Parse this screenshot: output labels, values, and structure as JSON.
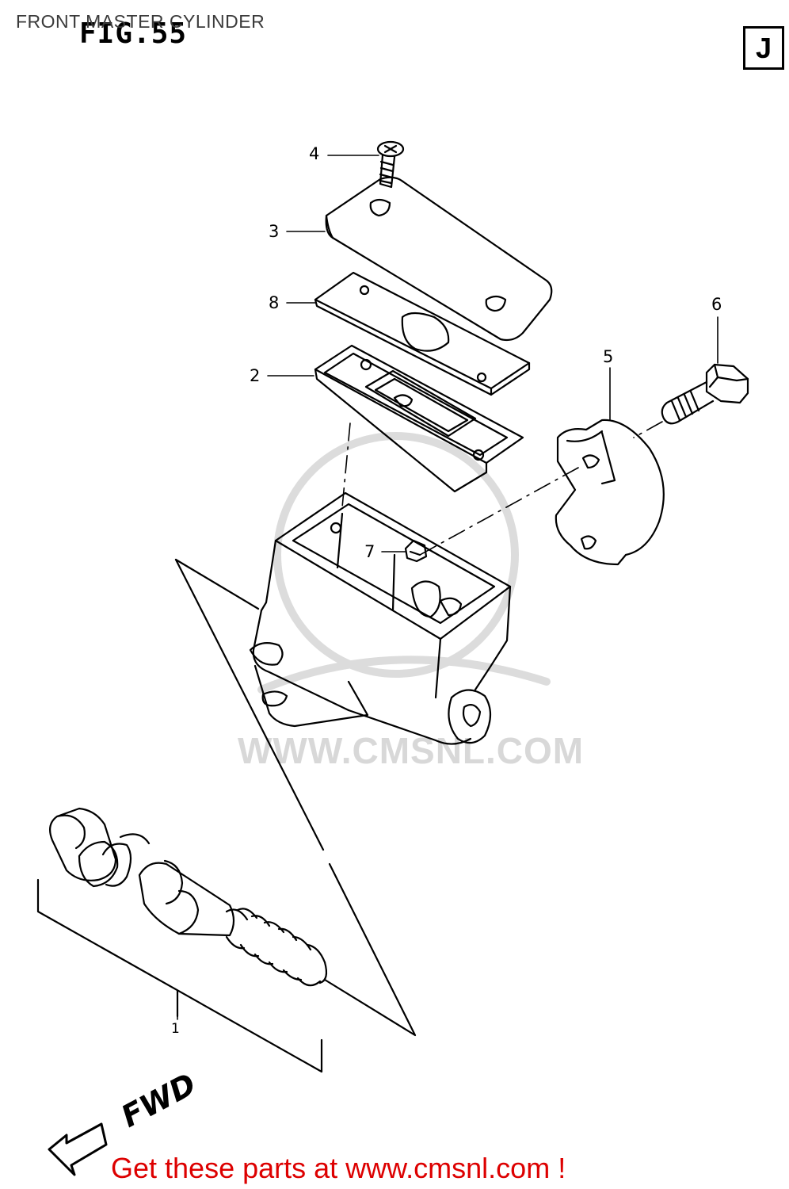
{
  "header": {
    "title": "FRONT MASTER CYLINDER",
    "fig_label": "FIG.55",
    "section": "J"
  },
  "callouts": [
    {
      "id": "1",
      "label": "1"
    },
    {
      "id": "2",
      "label": "2"
    },
    {
      "id": "3",
      "label": "3"
    },
    {
      "id": "4",
      "label": "4"
    },
    {
      "id": "5",
      "label": "5"
    },
    {
      "id": "6",
      "label": "6"
    },
    {
      "id": "7",
      "label": "7"
    },
    {
      "id": "8",
      "label": "8"
    }
  ],
  "direction": {
    "label": "FWD"
  },
  "watermark": {
    "text": "WWW.CMSNL.COM"
  },
  "footer": {
    "text": "Get these parts at www.cmsnl.com !"
  },
  "colors": {
    "line": "#000000",
    "footer": "#dd0000",
    "watermark": "#d8d8d8"
  }
}
